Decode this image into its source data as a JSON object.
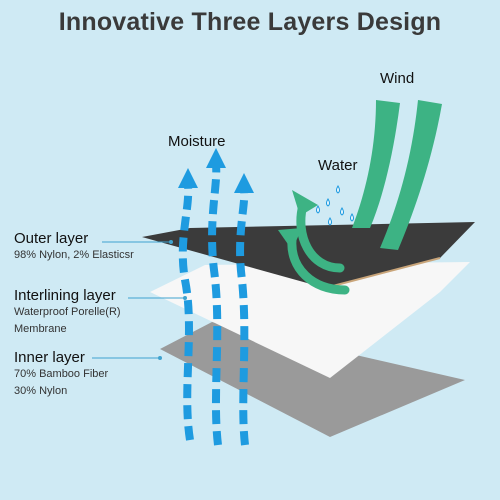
{
  "title": "Innovative Three Layers Design",
  "forces": {
    "wind": "Wind",
    "water": "Water",
    "moisture": "Moisture"
  },
  "layers": [
    {
      "name": "Outer layer",
      "desc": [
        "98% Nylon, 2% Elasticsr"
      ]
    },
    {
      "name": "Interlining layer",
      "desc": [
        "Waterproof Porelle(R)",
        "Membrane"
      ]
    },
    {
      "name": "Inner layer",
      "desc": [
        "70% Bamboo Fiber",
        "30% Nylon"
      ]
    }
  ],
  "colors": {
    "background": "#cfeaf4",
    "outer_layer": "#3b3b3b",
    "interlining_layer": "#f7f7f7",
    "inner_layer": "#9a9a9a",
    "wind_arrow": "#3db384",
    "moisture_arrow": "#1e9be0"
  },
  "icons": [
    "wind-arrow-icon",
    "water-drop-icon",
    "moisture-arrow-icon"
  ]
}
